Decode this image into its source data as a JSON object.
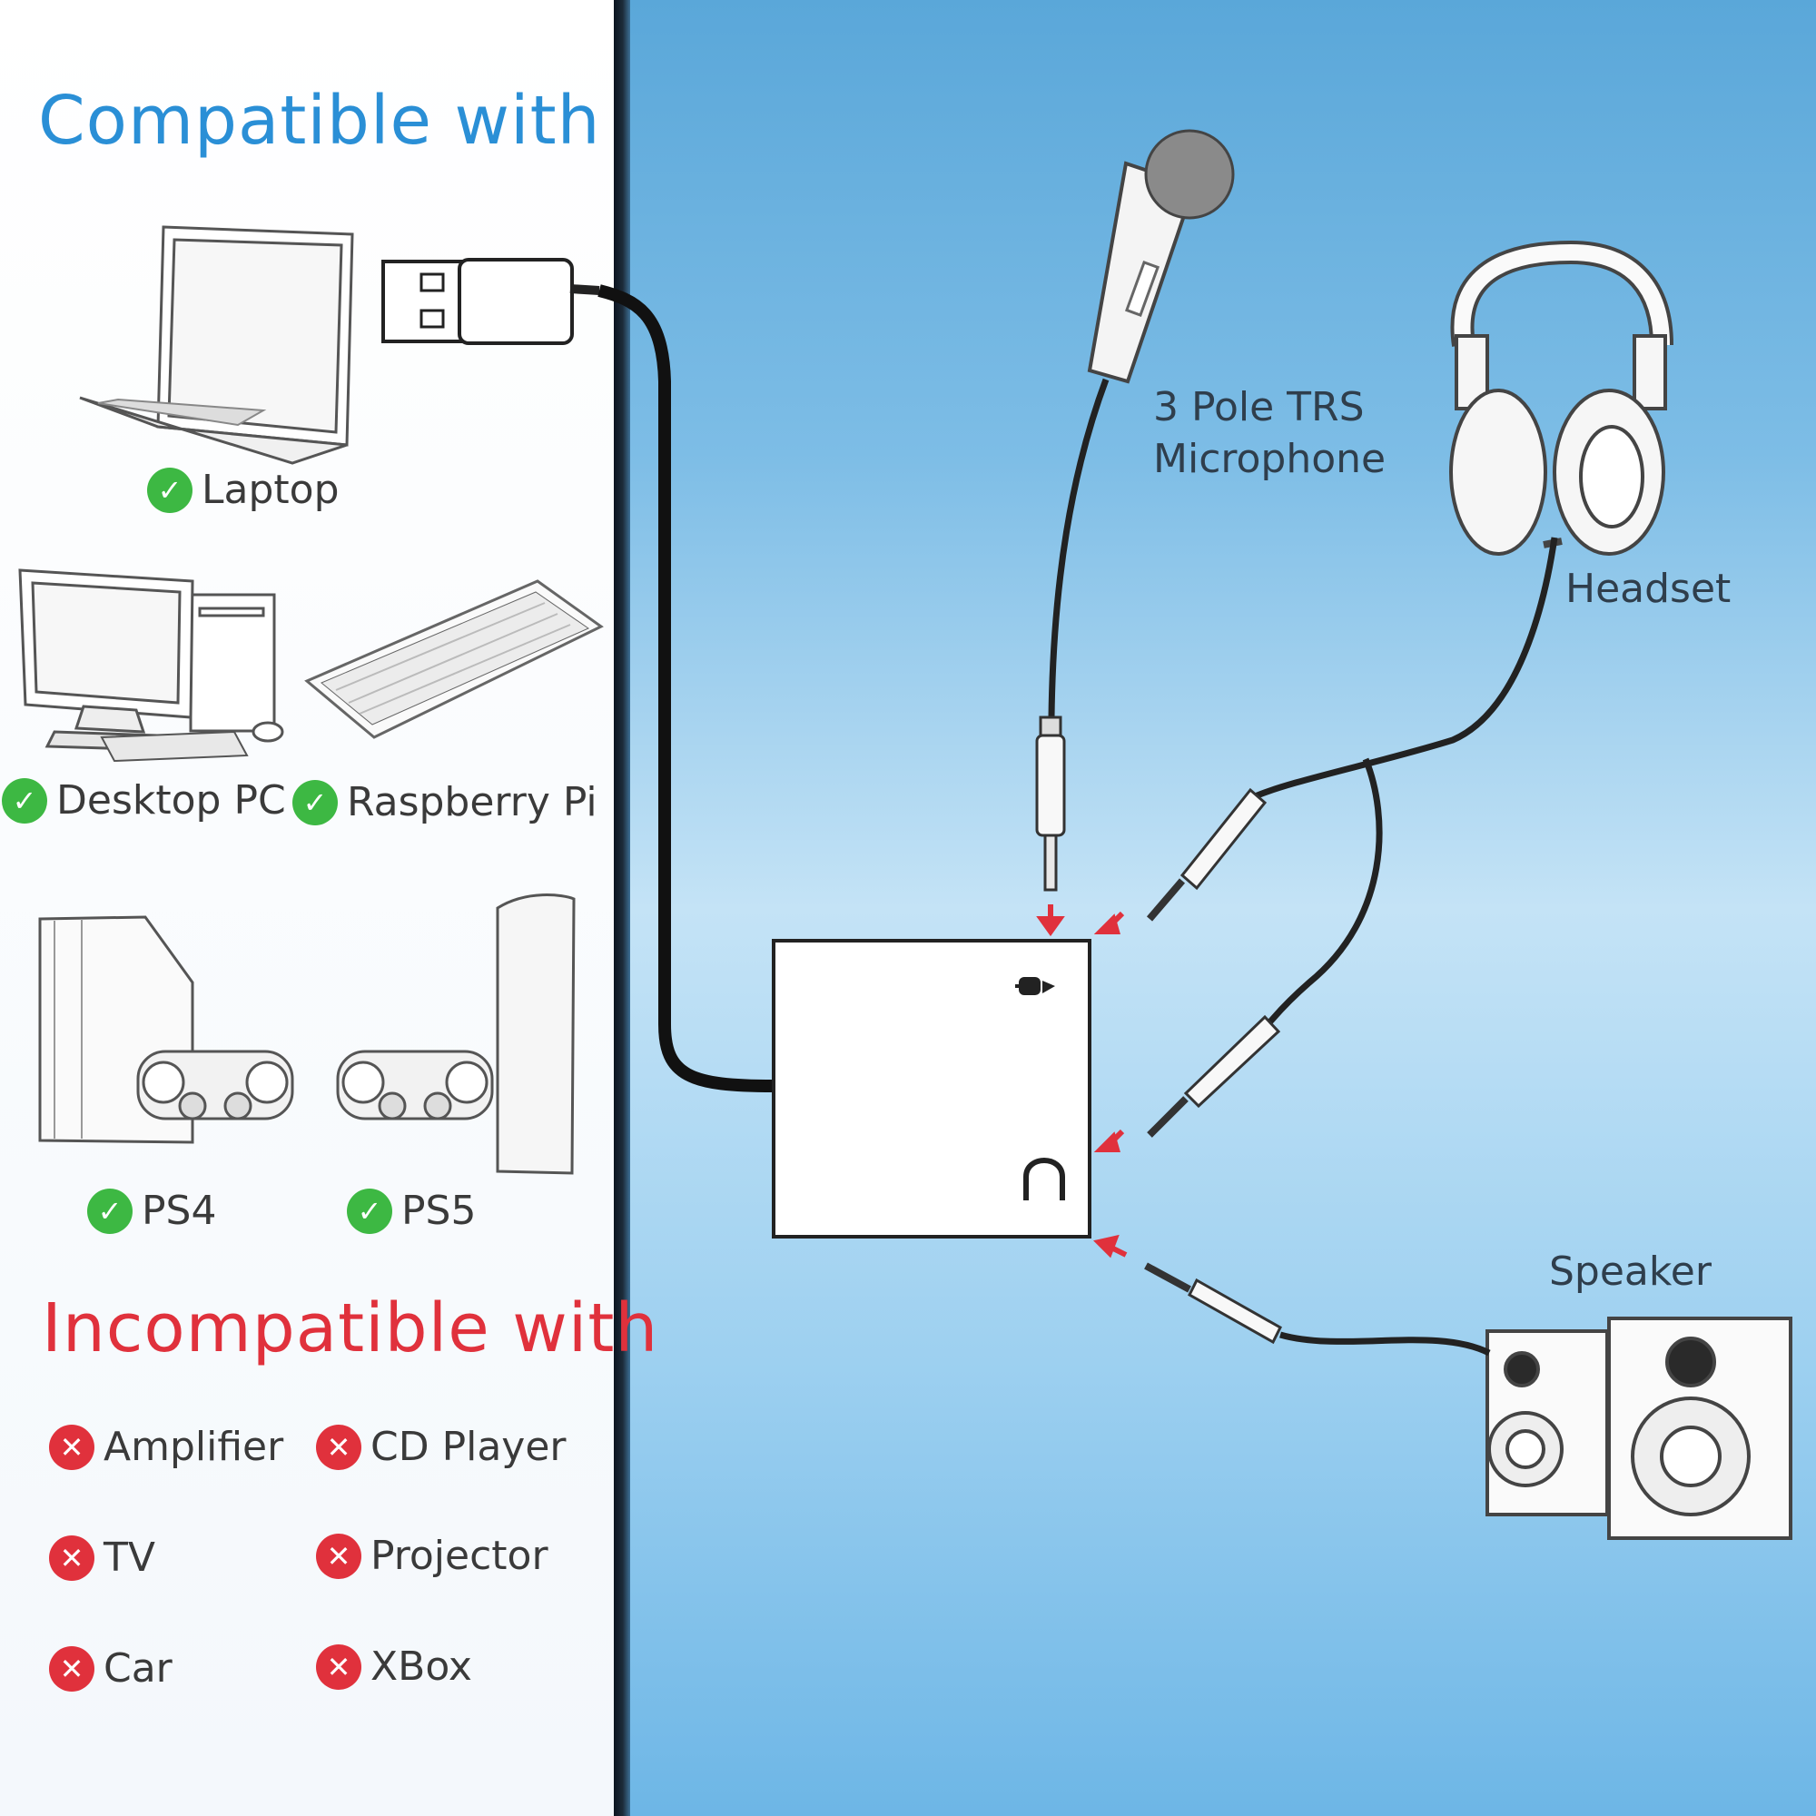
{
  "compatible": {
    "heading": "Compatible with",
    "heading_color": "#2a8fd6",
    "check_color": "#3db843",
    "items": [
      {
        "label": "Laptop",
        "icon": "laptop-icon"
      },
      {
        "label": "Desktop PC",
        "icon": "desktop-pc-icon"
      },
      {
        "label": "Raspberry Pi",
        "icon": "keyboard-icon"
      },
      {
        "label": "PS4",
        "icon": "ps4-console-icon"
      },
      {
        "label": "PS5",
        "icon": "ps5-console-icon"
      }
    ]
  },
  "incompatible": {
    "heading": "Incompatible with",
    "heading_color": "#e0313c",
    "cross_color": "#e0313c",
    "items": [
      "Amplifier",
      "CD Player",
      "TV",
      "Projector",
      "Car",
      "XBox"
    ]
  },
  "diagram": {
    "microphone_label_line1": "3 Pole TRS",
    "microphone_label_line2": "Microphone",
    "headset_label": "Headset",
    "speaker_label": "Speaker",
    "arrow_color": "#e0313c"
  }
}
